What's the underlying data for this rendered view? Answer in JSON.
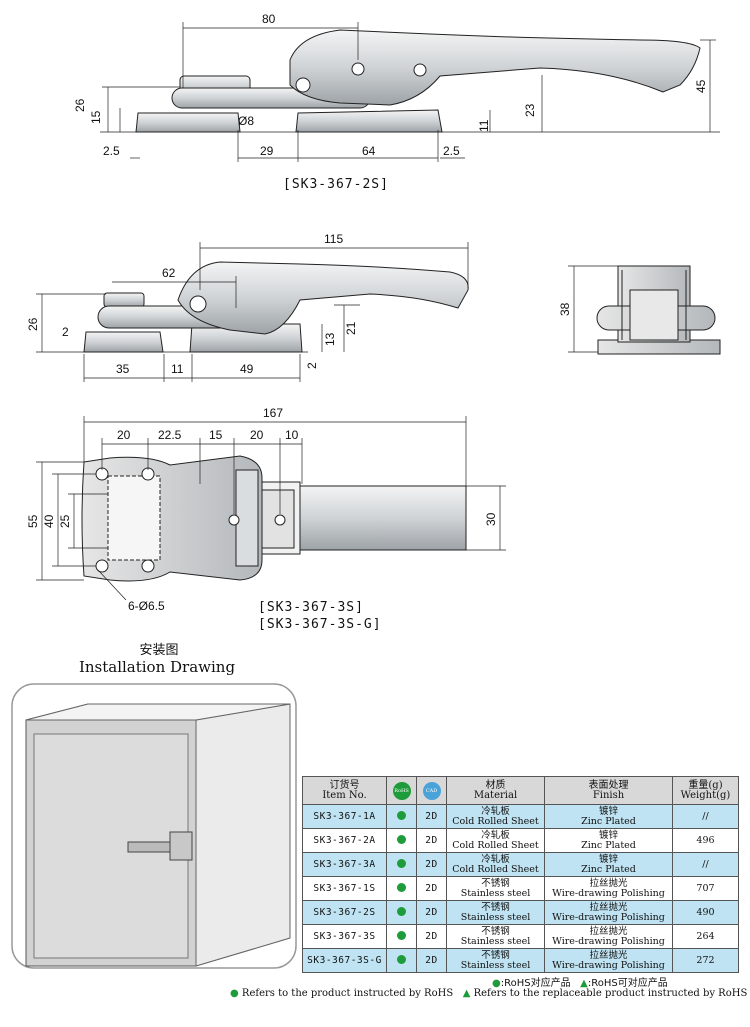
{
  "drawing1": {
    "dims": {
      "d80": "80",
      "d26": "26",
      "d15": "15",
      "d23": "23",
      "d45": "45",
      "d8": "Ø8",
      "d11": "11",
      "d25a": "2.5",
      "d29": "29",
      "d64": "64",
      "d25b": "2.5"
    },
    "code": "[SK3-367-2S]"
  },
  "drawing2": {
    "dims": {
      "d115": "115",
      "d62": "62",
      "d26": "26",
      "d2a": "2",
      "d21": "21",
      "d13": "13",
      "d35": "35",
      "d11": "11",
      "d49": "49",
      "d2b": "2",
      "d38": "38"
    }
  },
  "drawing3": {
    "dims": {
      "d167": "167",
      "d20a": "20",
      "d225": "22.5",
      "d15": "15",
      "d20b": "20",
      "d10": "10",
      "d55": "55",
      "d40": "40",
      "d25": "25",
      "d30": "30",
      "holes": "6-Ø6.5"
    },
    "codes": [
      "[SK3-367-3S]",
      "[SK3-367-3S-G]"
    ]
  },
  "installation": {
    "title_cn": "安装图",
    "title_en": "Installation Drawing"
  },
  "table": {
    "headers": {
      "item_cn": "订货号",
      "item_en": "Item No.",
      "rohs": "RoHS",
      "cad": "CAD",
      "material_cn": "材质",
      "material_en": "Material",
      "finish_cn": "表面处理",
      "finish_en": "Finish",
      "weight_cn": "重量(g)",
      "weight_en": "Weight(g)"
    },
    "rows": [
      {
        "item": "SK3-367-1A",
        "cad": "2D",
        "material_cn": "冷轧板",
        "material_en": "Cold Rolled Sheet",
        "finish_cn": "镀锌",
        "finish_en": "Zinc Plated",
        "weight": "//"
      },
      {
        "item": "SK3-367-2A",
        "cad": "2D",
        "material_cn": "冷轧板",
        "material_en": "Cold Rolled Sheet",
        "finish_cn": "镀锌",
        "finish_en": "Zinc Plated",
        "weight": "496"
      },
      {
        "item": "SK3-367-3A",
        "cad": "2D",
        "material_cn": "冷轧板",
        "material_en": "Cold Rolled Sheet",
        "finish_cn": "镀锌",
        "finish_en": "Zinc Plated",
        "weight": "//"
      },
      {
        "item": "SK3-367-1S",
        "cad": "2D",
        "material_cn": "不锈钢",
        "material_en": "Stainless steel",
        "finish_cn": "拉丝抛光",
        "finish_en": "Wire-drawing Polishing",
        "weight": "707"
      },
      {
        "item": "SK3-367-2S",
        "cad": "2D",
        "material_cn": "不锈钢",
        "material_en": "Stainless steel",
        "finish_cn": "拉丝抛光",
        "finish_en": "Wire-drawing Polishing",
        "weight": "490"
      },
      {
        "item": "SK3-367-3S",
        "cad": "2D",
        "material_cn": "不锈钢",
        "material_en": "Stainless steel",
        "finish_cn": "拉丝抛光",
        "finish_en": "Wire-drawing Polishing",
        "weight": "264"
      },
      {
        "item": "SK3-367-3S-G",
        "cad": "2D",
        "material_cn": "不锈钢",
        "material_en": "Stainless steel",
        "finish_cn": "拉丝抛光",
        "finish_en": "Wire-drawing Polishing",
        "weight": "272"
      }
    ]
  },
  "legend": {
    "cn1": ":RoHS对应产品",
    "cn2": ":RoHS可对应产品",
    "en1": "Refers to the product instructed by RoHS",
    "en2": "Refers to the replaceable product instructed by RoHS"
  },
  "colors": {
    "rohs_green": "#1e9b3a",
    "cad_blue": "#4aa3d8",
    "row_blue": "#bfe3f2",
    "header_gray": "#d8d8d8"
  }
}
